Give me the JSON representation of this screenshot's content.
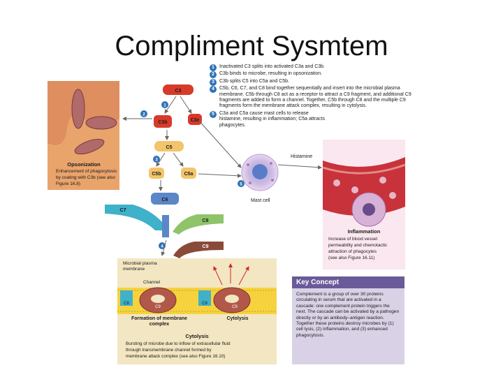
{
  "title": "Compliment Sysmtem",
  "steps": [
    {
      "num": "1",
      "text": "Inactivated C3 splits into activated C3a and C3b."
    },
    {
      "num": "2",
      "text": "C3b binds to microbe, resulting in opsonization."
    },
    {
      "num": "3",
      "text": "C3b splits C5 into C5a and C5b."
    },
    {
      "num": "4",
      "text": "C5b, C6, C7, and C8 bind together sequentially and insert into the microbial plasma membrane. C5b through C8 act as a receptor to attract a C9 fragment, and additional C9 fragments are added to form a channel. Together, C5b through C8 and the multiple C9 fragments form the membrane attack complex, resulting in cytolysis."
    },
    {
      "num": "5",
      "text": "C3a and C5a cause mast cells to release histamine, resulting in inflammation; C5a attracts phagocytes."
    }
  ],
  "proteins": {
    "c3": "C3",
    "c3b": "C3b",
    "c3a": "C3a",
    "c5": "C5",
    "c5b": "C5b",
    "c5a": "C5a",
    "c6": "C6",
    "c7": "C7",
    "c8": "C8",
    "c9": "C9"
  },
  "opsonization": {
    "heading": "Opsonization",
    "text_1": "Enhancement of phagocytosis",
    "text_2": "by coating with C3b (see also",
    "text_3": "Figure 16.8)"
  },
  "mast_cell": {
    "label": "Mast cell",
    "histamine": "Histamine"
  },
  "inflammation": {
    "heading": "Inflammation",
    "text_1": "Increase of blood vessel",
    "text_2": "permeability and chemotactic",
    "text_3": "attraction of phagocytes",
    "text_4": "(see also Figure 16.11)"
  },
  "membrane": {
    "label_1": "Microbial plasma",
    "label_2": "membrane",
    "channel": "Channel",
    "formation_1": "Formation of membrane",
    "formation_2": "complex",
    "cytolysis_small": "Cytolysis"
  },
  "cytolysis": {
    "heading": "Cytolysis",
    "text_1": "Bursting of microbe due to inflow of extracellular fluid",
    "text_2": "through transmembrane channel formed by",
    "text_3": "membrane attack complex (see also Figure 16.10)"
  },
  "key_concept": {
    "heading": "Key Concept",
    "text": "Complement is a group of over 30 proteins circulating in serum that are activated in a cascade: one complement protein triggers the next. The cascade can be activated by a pathogen directly or by an antibody–antigen reaction. Together these proteins destroy microbes by (1) cell lysis, (2) inflammation, and (3) enhanced phagocytosis."
  },
  "colors": {
    "step_badge": "#2f73b5",
    "c3": "#d83a2a",
    "c5": "#f2c46b",
    "c6": "#5b86c8",
    "c7": "#3fb1c9",
    "c8": "#8fc46a",
    "c9": "#8a4a3a",
    "opsonization_bg": "#e8a06a",
    "membrane_bg": "#f0dfb6",
    "key_concept_header": "#6a5a9a"
  }
}
